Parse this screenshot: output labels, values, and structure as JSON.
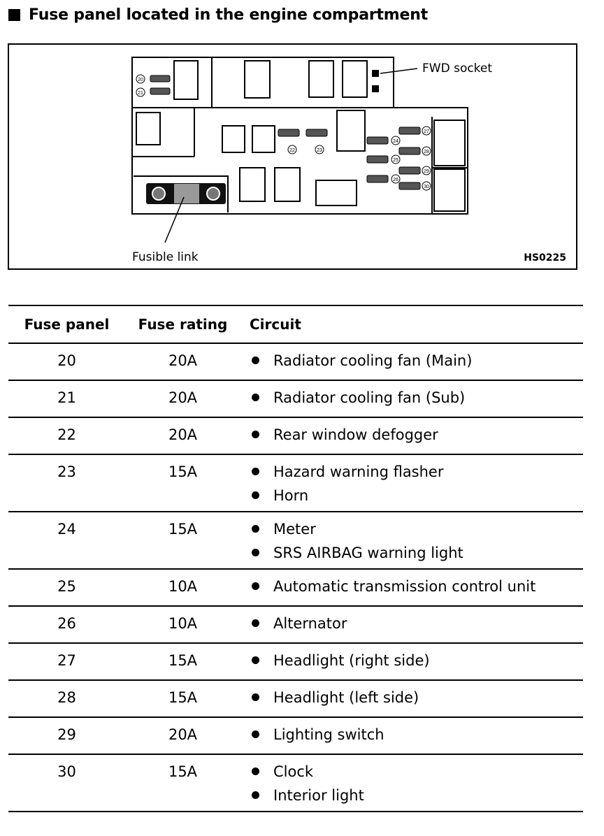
{
  "heading": {
    "title": "Fuse panel located in the engine compartment"
  },
  "figure": {
    "callouts": {
      "fwd_socket": "FWD socket",
      "fusible_link": "Fusible link"
    },
    "figure_id": "HS0225",
    "fuse_numbers": [
      "20",
      "21",
      "22",
      "23",
      "24",
      "25",
      "26",
      "27",
      "28",
      "29",
      "30"
    ]
  },
  "table": {
    "headers": {
      "fuse_panel": "Fuse panel",
      "fuse_rating": "Fuse rating",
      "circuit": "Circuit"
    },
    "rows": [
      {
        "fuse": "20",
        "rating": "20A",
        "circuits": [
          "Radiator cooling fan (Main)"
        ]
      },
      {
        "fuse": "21",
        "rating": "20A",
        "circuits": [
          "Radiator cooling fan (Sub)"
        ]
      },
      {
        "fuse": "22",
        "rating": "20A",
        "circuits": [
          "Rear window defogger"
        ]
      },
      {
        "fuse": "23",
        "rating": "15A",
        "circuits": [
          "Hazard warning flasher",
          "Horn"
        ]
      },
      {
        "fuse": "24",
        "rating": "15A",
        "circuits": [
          "Meter",
          "SRS AIRBAG warning light"
        ]
      },
      {
        "fuse": "25",
        "rating": "10A",
        "circuits": [
          "Automatic transmission control unit"
        ]
      },
      {
        "fuse": "26",
        "rating": "10A",
        "circuits": [
          "Alternator"
        ]
      },
      {
        "fuse": "27",
        "rating": "15A",
        "circuits": [
          "Headlight (right side)"
        ]
      },
      {
        "fuse": "28",
        "rating": "15A",
        "circuits": [
          "Headlight (left side)"
        ]
      },
      {
        "fuse": "29",
        "rating": "20A",
        "circuits": [
          "Lighting switch"
        ]
      },
      {
        "fuse": "30",
        "rating": "15A",
        "circuits": [
          "Clock",
          "Interior light"
        ]
      }
    ]
  }
}
